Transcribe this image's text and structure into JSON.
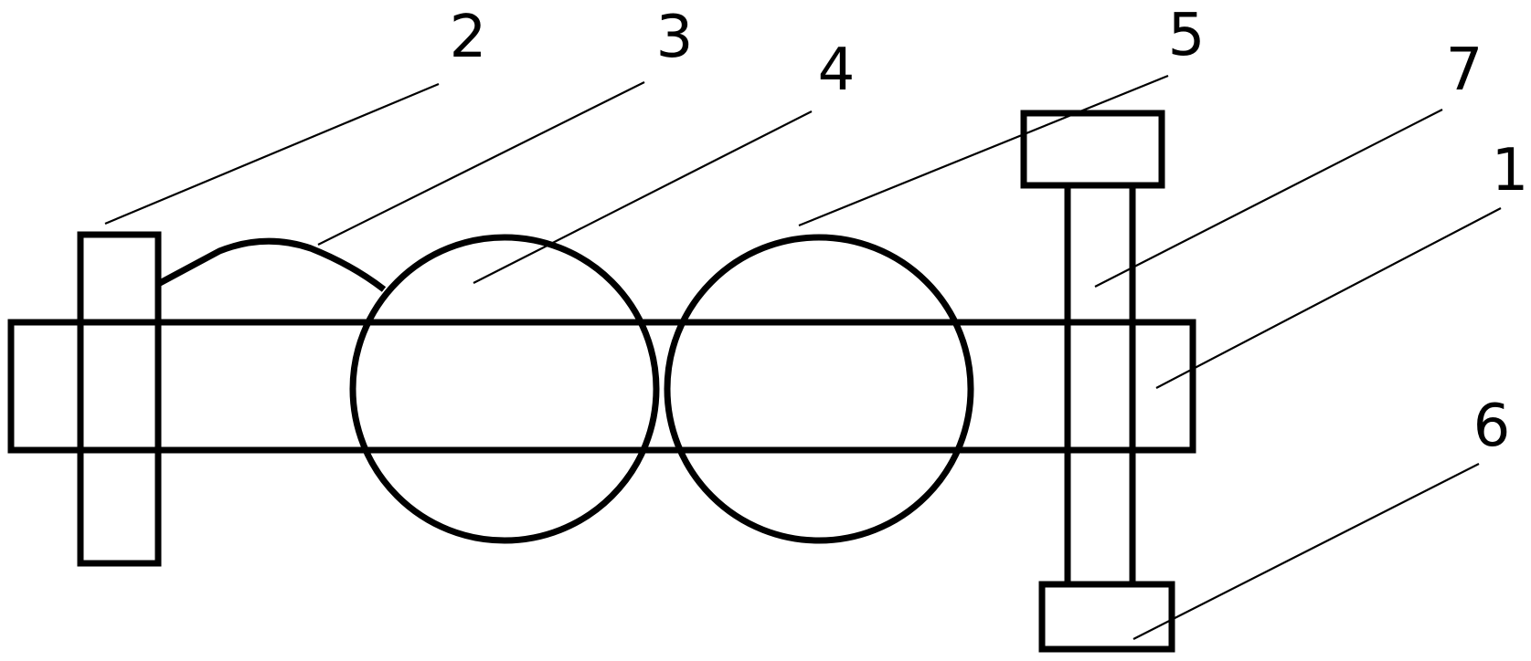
{
  "labels": {
    "part_1": "1",
    "part_2": "2",
    "part_3": "3",
    "part_4": "4",
    "part_5": "5",
    "part_6": "6",
    "part_7": "7"
  },
  "colors": {
    "stroke": "#000000",
    "background": "#ffffff"
  }
}
